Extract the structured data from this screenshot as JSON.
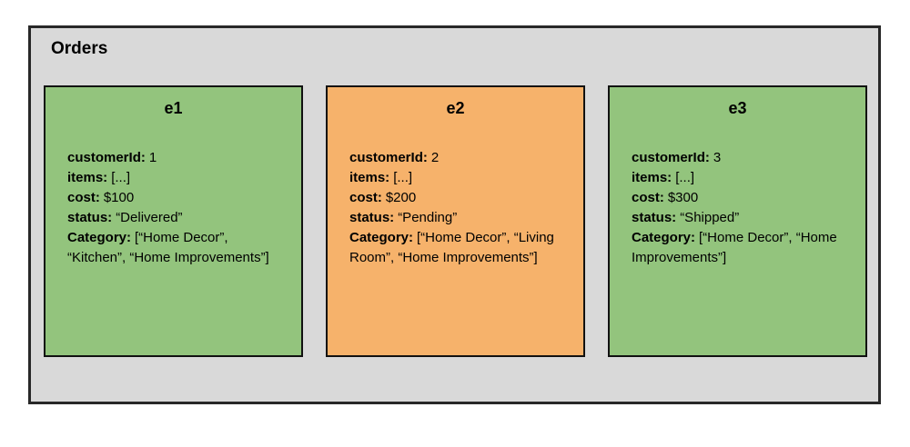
{
  "diagram": {
    "title": "Orders",
    "colors": {
      "container_bg": "#d9d9d9",
      "container_border": "#282828",
      "card_border": "#111111",
      "card_green": "#93c47d",
      "card_orange": "#f6b26b",
      "text": "#000000"
    },
    "cards": [
      {
        "id": "e1",
        "color": "#93c47d",
        "fields": [
          {
            "label": "customerId:",
            "value": "1"
          },
          {
            "label": "items:",
            "value": "[...]"
          },
          {
            "label": "cost:",
            "value": "$100"
          },
          {
            "label": "status:",
            "value": "“Delivered”"
          },
          {
            "label": "Category:",
            "value": "[“Home Decor”, “Kitchen”, “Home Improvements”]"
          }
        ]
      },
      {
        "id": "e2",
        "color": "#f6b26b",
        "fields": [
          {
            "label": "customerId:",
            "value": "2"
          },
          {
            "label": "items:",
            "value": "[...]"
          },
          {
            "label": "cost:",
            "value": "$200"
          },
          {
            "label": "status:",
            "value": "“Pending”"
          },
          {
            "label": "Category:",
            "value": "[“Home Decor”, “Living Room”, “Home Improvements”]"
          }
        ]
      },
      {
        "id": "e3",
        "color": "#93c47d",
        "fields": [
          {
            "label": "customerId:",
            "value": "3"
          },
          {
            "label": "items:",
            "value": "[...]"
          },
          {
            "label": "cost:",
            "value": "$300"
          },
          {
            "label": "status:",
            "value": "“Shipped”"
          },
          {
            "label": "Category:",
            "value": "[“Home Decor”, “Home Improvements”]"
          }
        ]
      }
    ]
  }
}
